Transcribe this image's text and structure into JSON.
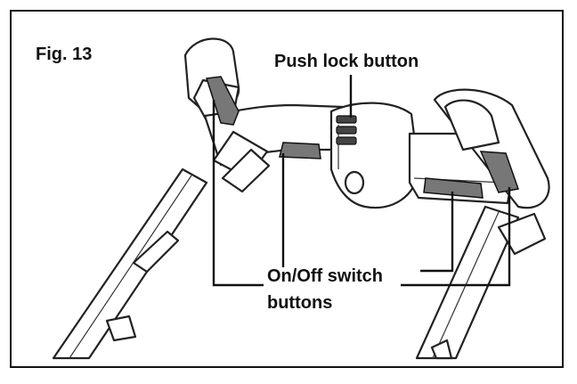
{
  "figure": {
    "number_label": "Fig. 13",
    "labels": {
      "push_lock": "Push lock button",
      "on_off_line1": "On/Off switch",
      "on_off_line2": "buttons"
    }
  }
}
